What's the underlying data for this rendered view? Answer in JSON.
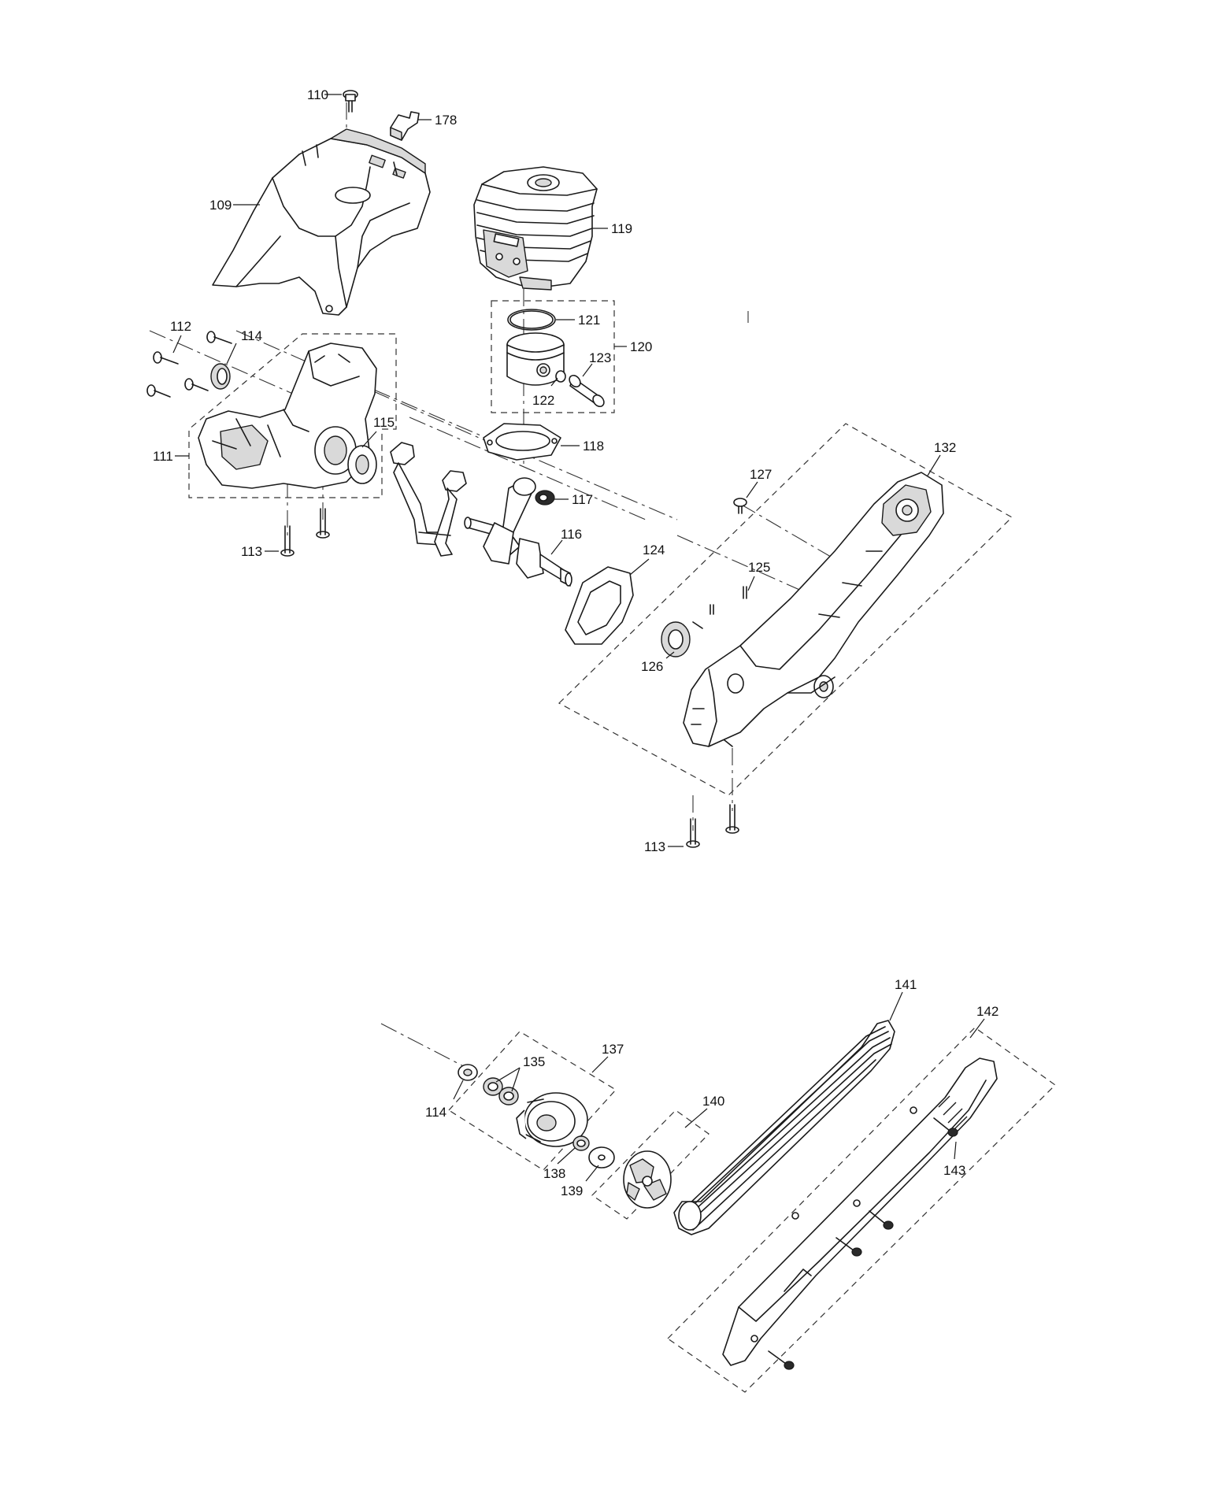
{
  "labels": [
    {
      "id": "p110",
      "text": "110"
    },
    {
      "id": "p178",
      "text": "178"
    },
    {
      "id": "p109",
      "text": "109"
    },
    {
      "id": "p119",
      "text": "119"
    },
    {
      "id": "p121",
      "text": "121"
    },
    {
      "id": "p120",
      "text": "120"
    },
    {
      "id": "p123",
      "text": "123"
    },
    {
      "id": "p122",
      "text": "122"
    },
    {
      "id": "p112",
      "text": "112"
    },
    {
      "id": "p114a",
      "text": "114"
    },
    {
      "id": "p115",
      "text": "115"
    },
    {
      "id": "p111",
      "text": "111"
    },
    {
      "id": "p118",
      "text": "118"
    },
    {
      "id": "p117",
      "text": "117"
    },
    {
      "id": "p116",
      "text": "116"
    },
    {
      "id": "p113a",
      "text": "113"
    },
    {
      "id": "p124",
      "text": "124"
    },
    {
      "id": "p132",
      "text": "132"
    },
    {
      "id": "p127",
      "text": "127"
    },
    {
      "id": "p125",
      "text": "125"
    },
    {
      "id": "p126",
      "text": "126"
    },
    {
      "id": "p113b",
      "text": "113"
    },
    {
      "id": "p141",
      "text": "141"
    },
    {
      "id": "p142",
      "text": "142"
    },
    {
      "id": "p137",
      "text": "137"
    },
    {
      "id": "p135",
      "text": "135"
    },
    {
      "id": "p114b",
      "text": "114"
    },
    {
      "id": "p140",
      "text": "140"
    },
    {
      "id": "p138",
      "text": "138"
    },
    {
      "id": "p139",
      "text": "139"
    },
    {
      "id": "p143",
      "text": "143"
    }
  ]
}
